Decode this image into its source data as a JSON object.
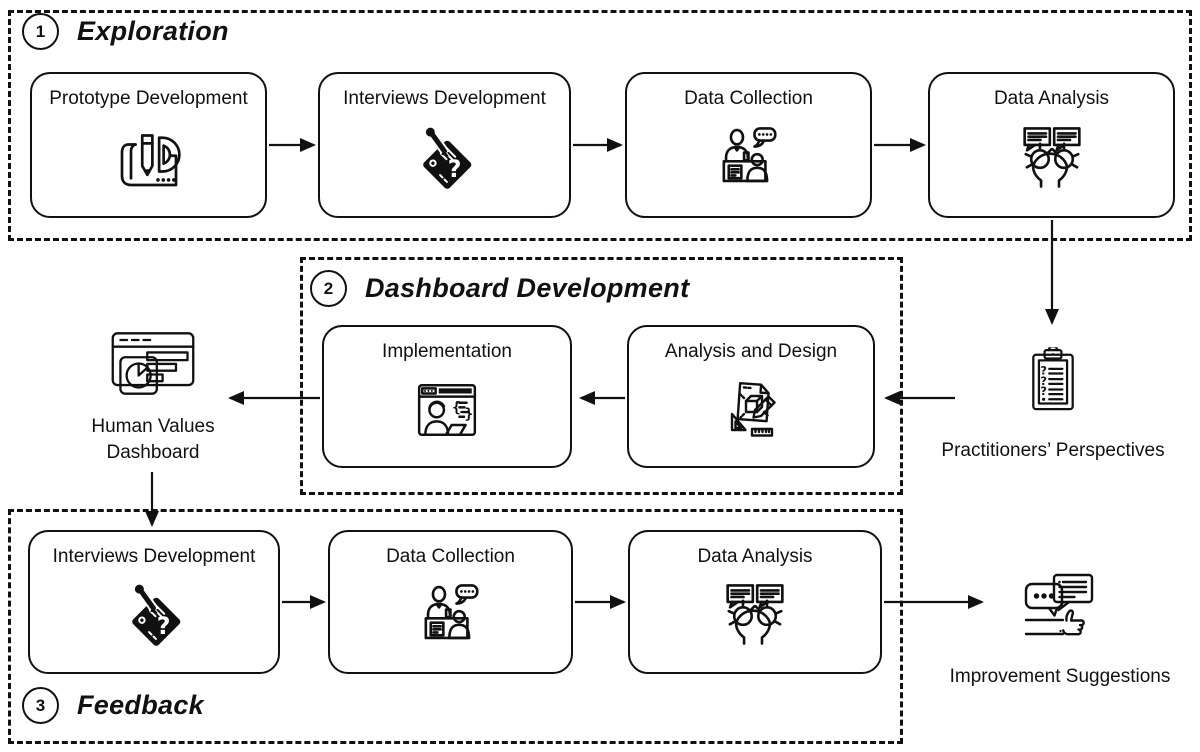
{
  "colors": {
    "ink": "#111111",
    "background": "#ffffff"
  },
  "phase1": {
    "number": "1",
    "title": "Exploration",
    "steps": [
      {
        "label": "Prototype Development",
        "icon": "prototype-sketch-icon"
      },
      {
        "label": "Interviews Development",
        "icon": "questionnaire-pencil-icon"
      },
      {
        "label": "Data Collection",
        "icon": "interview-desk-icon"
      },
      {
        "label": "Data Analysis",
        "icon": "thinking-head-gears-icon"
      }
    ]
  },
  "phase2": {
    "number": "2",
    "title": "Dashboard Development",
    "steps": [
      {
        "label": "Implementation",
        "icon": "developer-browser-icon"
      },
      {
        "label": "Analysis and Design",
        "icon": "blueprint-tools-icon"
      }
    ]
  },
  "phase3": {
    "number": "3",
    "title": "Feedback",
    "steps": [
      {
        "label": "Interviews Development",
        "icon": "questionnaire-pencil-icon"
      },
      {
        "label": "Data Collection",
        "icon": "interview-desk-icon"
      },
      {
        "label": "Data Analysis",
        "icon": "thinking-head-gears-icon"
      }
    ]
  },
  "artifacts": {
    "human_values_dashboard": {
      "label": "Human Values Dashboard",
      "icon": "dashboard-window-icon"
    },
    "practitioners_perspectives": {
      "label": "Practitioners’ Perspectives",
      "icon": "clipboard-questions-icon"
    },
    "improvement_suggestions": {
      "label": "Improvement Suggestions",
      "icon": "feedback-thumbs-up-icon"
    }
  }
}
